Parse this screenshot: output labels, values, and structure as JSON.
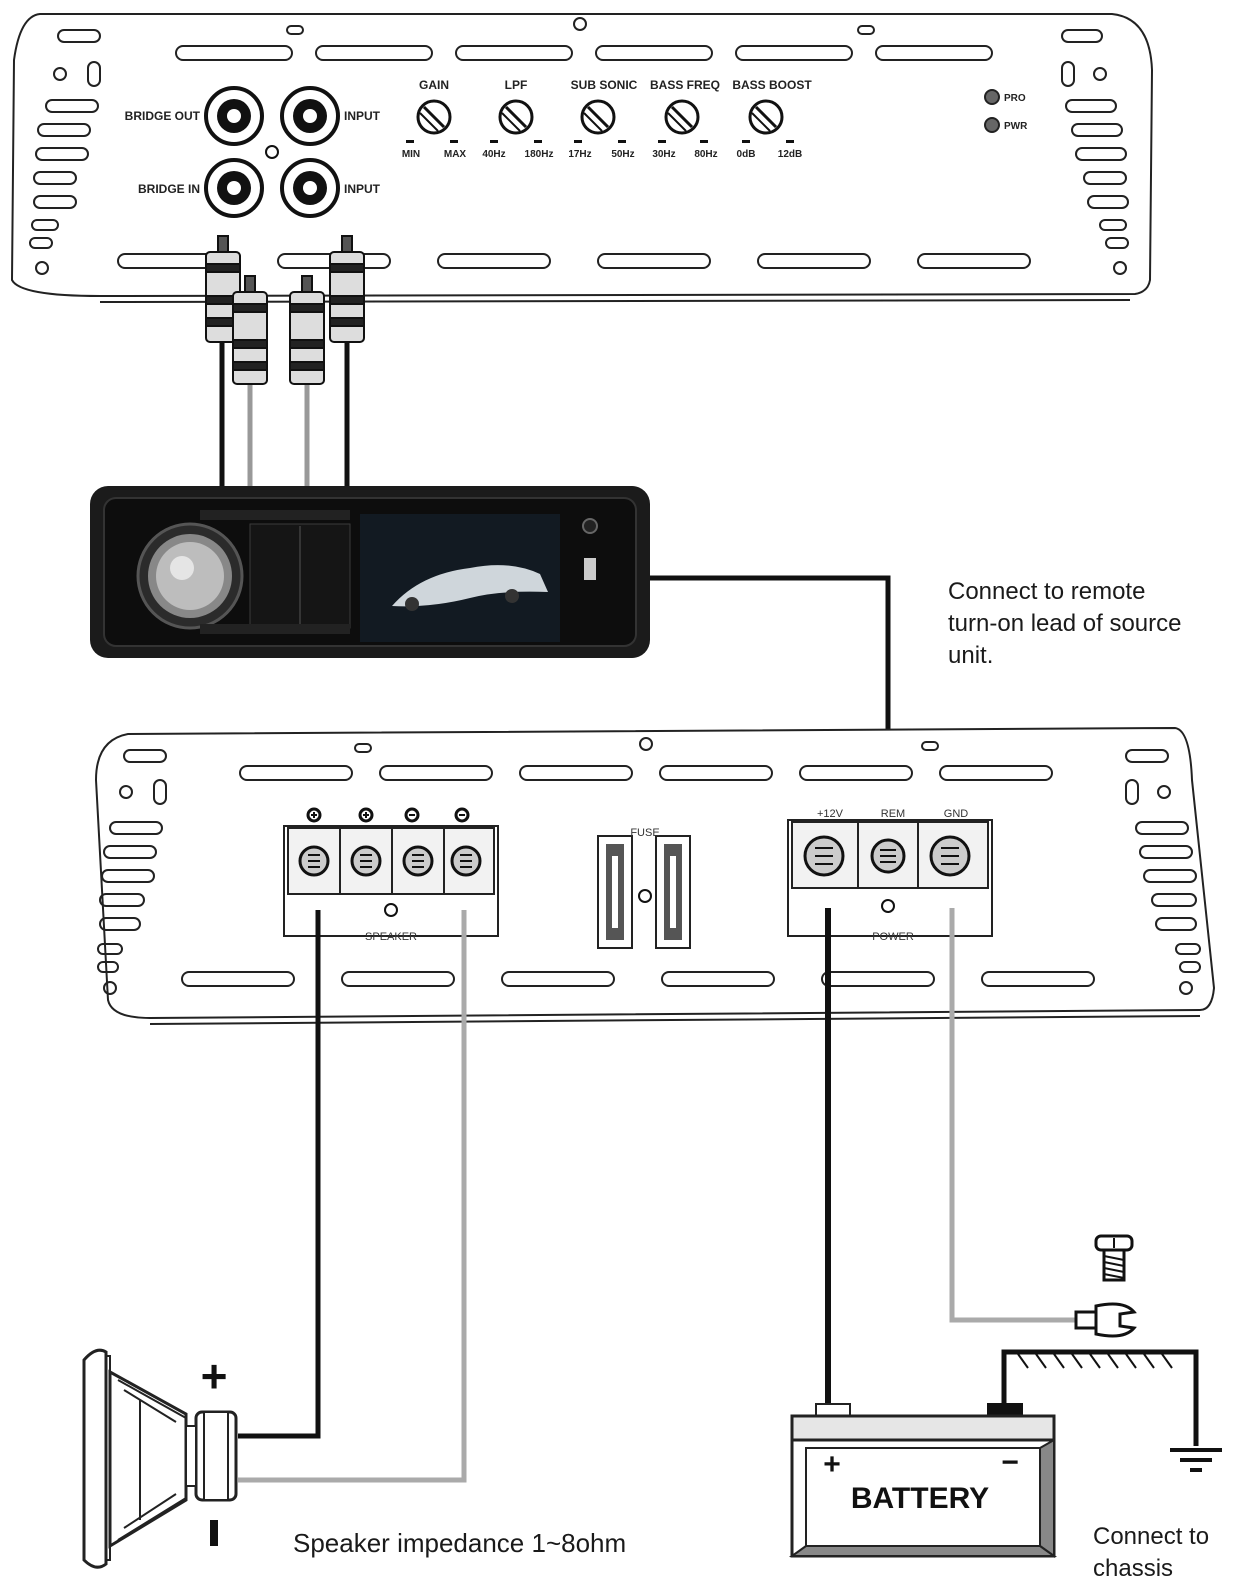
{
  "top_amp": {
    "rca_labels": {
      "bridge_out": "BRIDGE OUT",
      "bridge_in": "BRIDGE IN",
      "input_1": "INPUT",
      "input_2": "INPUT"
    },
    "knobs": [
      {
        "name": "GAIN",
        "min": "MIN",
        "max": "MAX"
      },
      {
        "name": "LPF",
        "min": "40Hz",
        "max": "180Hz"
      },
      {
        "name": "SUB SONIC",
        "min": "17Hz",
        "max": "50Hz"
      },
      {
        "name": "BASS FREQ",
        "min": "30Hz",
        "max": "80Hz"
      },
      {
        "name": "BASS BOOST",
        "min": "0dB",
        "max": "12dB"
      }
    ],
    "leds": {
      "pro": "PRO",
      "pwr": "PWR"
    }
  },
  "bottom_amp": {
    "speaker_label": "SPEAKER",
    "fuse_label": "FUSE",
    "power_label": "POWER",
    "power_terminals": {
      "v12": "+12V",
      "rem": "REM",
      "gnd": "GND"
    },
    "speaker_signs": [
      "+",
      "+",
      "−",
      "−"
    ]
  },
  "battery": {
    "label": "BATTERY",
    "plus": "+",
    "minus": "−"
  },
  "speaker": {
    "plus": "+",
    "minus": "−"
  },
  "notes": {
    "remote_1": "Connect to remote",
    "remote_2": "turn-on lead of source",
    "remote_3": "unit.",
    "impedance": "Speaker impedance 1~8ohm",
    "chassis_1": "Connect to",
    "chassis_2": "chassis"
  }
}
